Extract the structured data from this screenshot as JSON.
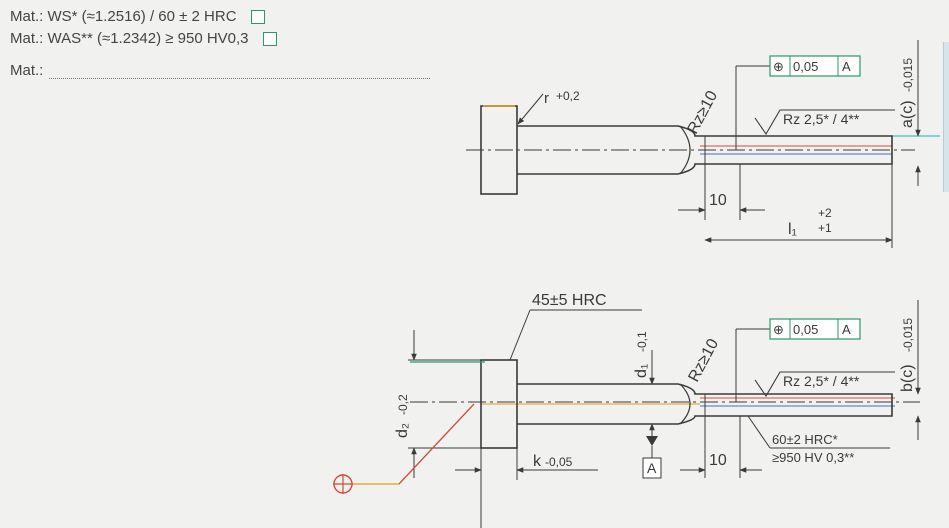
{
  "material": {
    "line1": "Mat.: WS* (≈1.2516) / 60 ± 2 HRC",
    "line2": "Mat.: WAS** (≈1.2342) ≥ 950 HV0,3",
    "line3": "Mat.:"
  },
  "top": {
    "fillet_label": "r",
    "fillet_tol": "+0,2",
    "roughness_rz10": "Rz≥10",
    "runout_symbol": "⊕",
    "runout_value": "0,05",
    "runout_datum": "A",
    "roughness_label": "Rz 2,5* / 4**",
    "dim_a": "a(c)",
    "dim_a_tol": "-0,015",
    "dim_10": "10",
    "dim_l1": "l₁",
    "dim_l1_upper": "+2",
    "dim_l1_lower": "+1"
  },
  "bottom": {
    "hardness_head": "45±5 HRC",
    "dim_d1": "d₁",
    "dim_d1_tol": "-0,1",
    "roughness_rz10": "Rz≥10",
    "runout_symbol": "⊕",
    "runout_value": "0,05",
    "runout_datum": "A",
    "roughness_label": "Rz 2,5* / 4**",
    "dim_b": "b(c)",
    "dim_b_tol": "-0,015",
    "dim_d2": "d₂",
    "dim_d2_tol": "-0,2",
    "dim_k": "k",
    "dim_k_tol": "-0,05",
    "datum_A": "A",
    "dim_10": "10",
    "hardness_tip_1": "60±2 HRC*",
    "hardness_tip_2": "≥950 HV 0,3**",
    "position_symbol": "⊕"
  },
  "colors": {
    "outline": "#3a3a3a",
    "frame_green": "#2a9a6a",
    "accent_red": "#d84a3a",
    "accent_orange": "#e0a020",
    "accent_blue": "#3b6fd6",
    "accent_cyan": "#36c0c8"
  }
}
